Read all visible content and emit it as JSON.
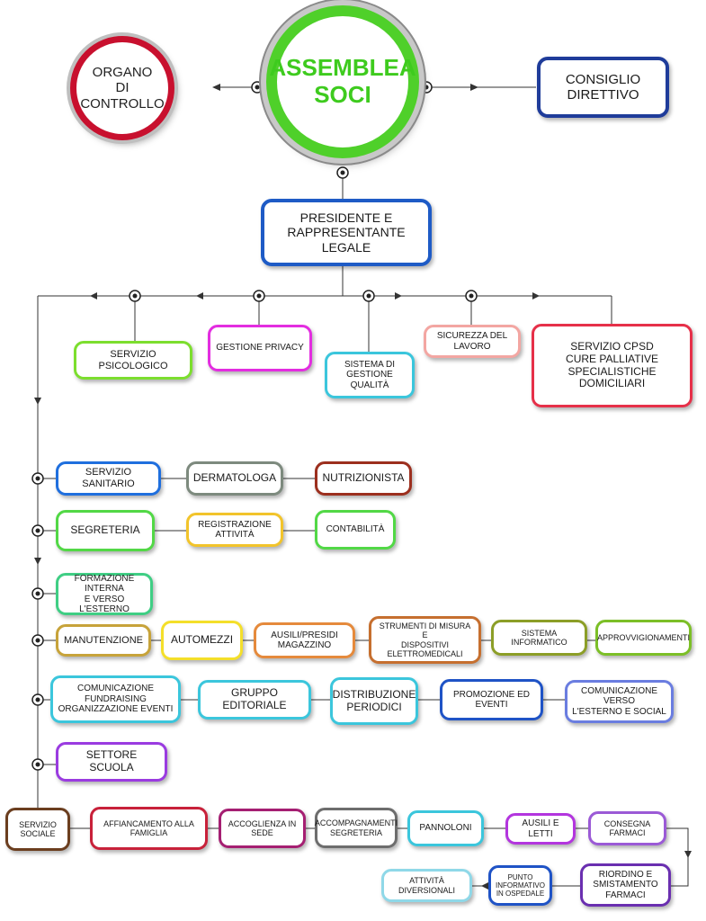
{
  "top": {
    "assemblea": "ASSEMBLEA\nSOCI",
    "organo": "ORGANO\nDI CONTROLLO",
    "consiglio": "CONSIGLIO DIRETTIVO",
    "presidente": "PRESIDENTE E\nRAPPRESENTANTE LEGALE"
  },
  "staff": {
    "psicologico": "SERVIZIO PSICOLOGICO",
    "privacy": "GESTIONE PRIVACY",
    "qualita": "SISTEMA DI\nGESTIONE QUALITÀ",
    "sicurezza": "SICUREZZA DEL LAVORO",
    "cpsd": "SERVIZIO CPSD\nCURE PALLIATIVE\nSPECIALISTICHE DOMICILIARI"
  },
  "rows": {
    "sanitario": "SERVIZIO SANITARIO",
    "dermatologa": "DERMATOLOGA",
    "nutrizionista": "NUTRIZIONISTA",
    "segreteria": "SEGRETERIA",
    "registrazione": "REGISTRAZIONE ATTIVITÀ",
    "contabilita": "CONTABILITÀ",
    "formazione": "FORMAZIONE INTERNA\nE VERSO L'ESTERNO",
    "manutenzione": "MANUTENZIONE",
    "automezzi": "AUTOMEZZI",
    "ausili_magazzino": "AUSILI/PRESIDI MAGAZZINO",
    "strumenti": "STRUMENTI DI MISURA E\nDISPOSITIVI ELETTROMEDICALI",
    "informatico": "SISTEMA INFORMATICO",
    "approvvigionamenti": "APPROVVIGIONAMENTI",
    "comunicazione_fund": "COMUNICAZIONE FUNDRAISING\nORGANIZZAZIONE EVENTI",
    "editoriale": "GRUPPO EDITORIALE",
    "distribuzione": "DISTRIBUZIONE\nPERIODICI",
    "promozione": "PROMOZIONE ED EVENTI",
    "comunicazione_social": "COMUNICAZIONE VERSO\nL'ESTERNO E SOCIAL",
    "scuola": "SETTORE SCUOLA"
  },
  "sociale": {
    "servizio": "SERVIZIO SOCIALE",
    "affiancamento": "AFFIANCAMENTO ALLA FAMIGLIA",
    "accoglienza": "ACCOGLIENZA IN SEDE",
    "accompagnamenti": "ACCOMPAGNAMENTI\nSEGRETERIA",
    "pannoloni": "PANNOLONI",
    "ausili_letti": "AUSILI E LETTI",
    "consegna": "CONSEGNA FARMACI",
    "riordino": "RIORDINO E\nSMISTAMENTO FARMACI",
    "punto": "PUNTO INFORMATIVO\nIN OSPEDALE",
    "attivita": "ATTIVITÀ DIVERSIONALI"
  },
  "colors": {
    "assemblea_ring": "#4fd02a",
    "assemblea_text": "#3ecb1e",
    "organo_ring": "#c8102e",
    "consiglio": "#1f3c9a",
    "presidente": "#1e5bc6",
    "connector": "#333333"
  }
}
